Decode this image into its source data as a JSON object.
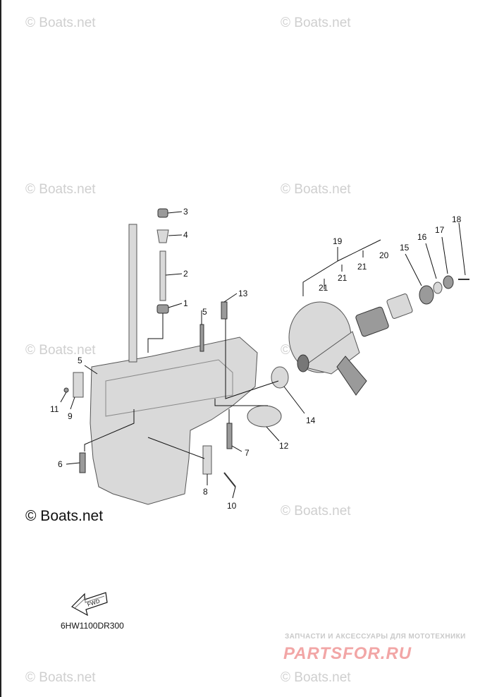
{
  "watermarks": [
    "© Boats.net",
    "© Boats.net",
    "© Boats.net",
    "© Boats.net",
    "© Boats.net",
    "© Boats.net",
    "© Boats.net",
    "© Boats.net",
    "© Boats.net",
    "© Boats.net"
  ],
  "main_watermark": "© Boats.net",
  "callouts": [
    "3",
    "4",
    "2",
    "1",
    "5",
    "13",
    "19",
    "20",
    "21",
    "21",
    "21",
    "15",
    "16",
    "17",
    "18",
    "5",
    "11",
    "9",
    "6",
    "14",
    "12",
    "7",
    "8",
    "10"
  ],
  "diagram_code": "6HW1100DR300",
  "promo": {
    "tagline": "ЗАПЧАСТИ И АКСЕССУАРЫ ДЛЯ МОТОТЕХНИКИ",
    "logo": "PARTSFOR.RU"
  },
  "fwd_arrow_label": "FWD"
}
